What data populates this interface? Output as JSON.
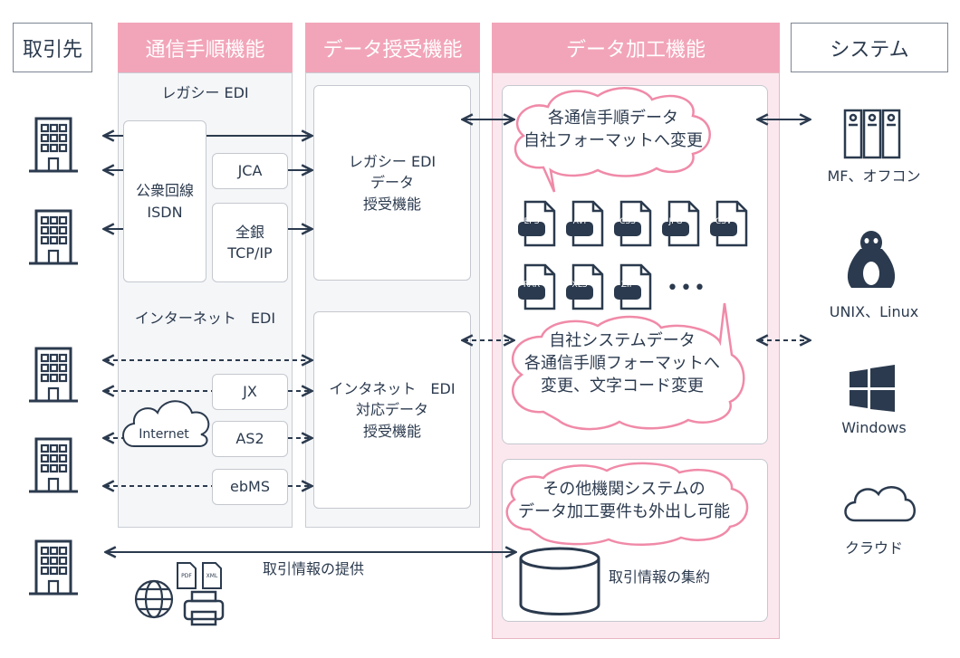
{
  "headers": {
    "partner": "取引先",
    "comm": "通信手順機能",
    "exchange": "データ授受機能",
    "processing": "データ加工機能",
    "system": "システム"
  },
  "comm": {
    "legacy_title": "レガシー EDI",
    "public_line": "公衆回線\nISDN",
    "jca": "JCA",
    "zengin": "全銀\nTCP/IP",
    "internet_title": "インターネット　EDI",
    "jx": "JX",
    "as2": "AS2",
    "ebms": "ebMS",
    "internet_cloud": "Internet"
  },
  "exchange": {
    "legacy_box": "レガシー EDI\nデータ\n授受機能",
    "internet_box": "インタネット　EDI\n対応データ\n授受機能"
  },
  "processing": {
    "bubble1": "各通信手順データ\n自社フォーマットへ変更",
    "bubble2": "自社システムデータ\n各通信手順フォーマットへ\n変更、文字コード変更",
    "bubble3": "その他機関システムの\nデータ加工要件も外出し可能",
    "files_row1": [
      "EPS",
      "AVI",
      "CSS",
      "JPG",
      "CSV"
    ],
    "files_row2": [
      "RAR",
      "XLS",
      "ZIP"
    ],
    "ellipsis": "•••",
    "db_label": "取引情報の集約"
  },
  "bottom": {
    "arrow_label": "取引情報の提供",
    "doc1": "PDF",
    "doc2": "XML"
  },
  "systems": {
    "mf": "MF、オフコン",
    "unix": "UNIX、Linux",
    "windows": "Windows",
    "cloud": "クラウド"
  },
  "colors": {
    "pink_header": "#f2a5b9",
    "pink_bg": "#fbe8ee",
    "cloud_stroke": "#f08aa8",
    "line": "#2b3a4e"
  }
}
